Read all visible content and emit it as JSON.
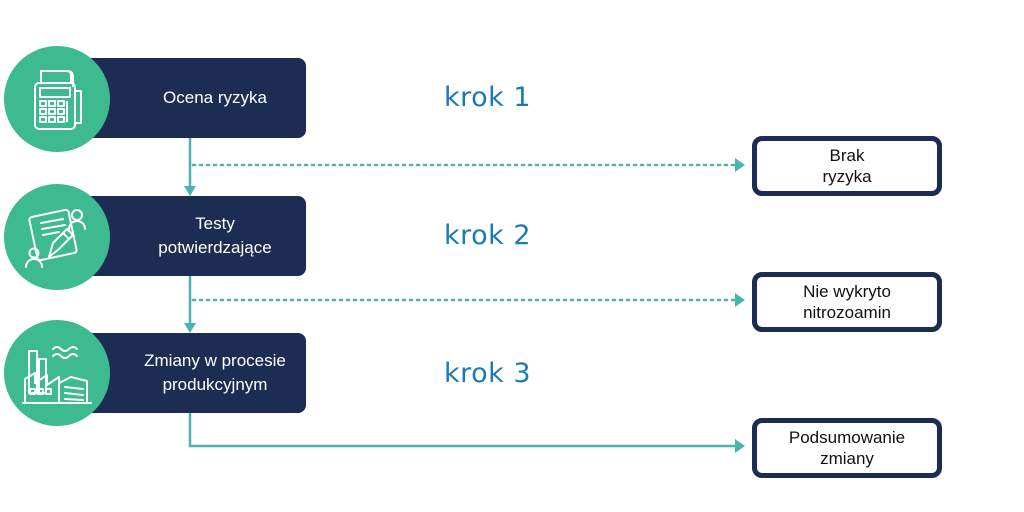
{
  "steps": [
    {
      "title": "Ocena ryzyka",
      "label": "krok 1",
      "icon": "calculator-receipt-icon"
    },
    {
      "title": "Testy\npotwierdzające",
      "label": "krok 2",
      "icon": "document-signing-icon"
    },
    {
      "title": "Zmiany w procesie\nprodukcyjnym",
      "label": "krok 3",
      "icon": "factory-icon"
    }
  ],
  "outcomes": [
    {
      "text": "Brak\nryzyka"
    },
    {
      "text": "Nie wykryto\nnitrozoamin"
    },
    {
      "text": "Podsumowanie\nzmiany"
    }
  ],
  "colors": {
    "box_fill": "#1c2c52",
    "icon_circle": "#3dba8f",
    "connector": "#4bb3ad",
    "step_label": "#1a7ab5"
  }
}
